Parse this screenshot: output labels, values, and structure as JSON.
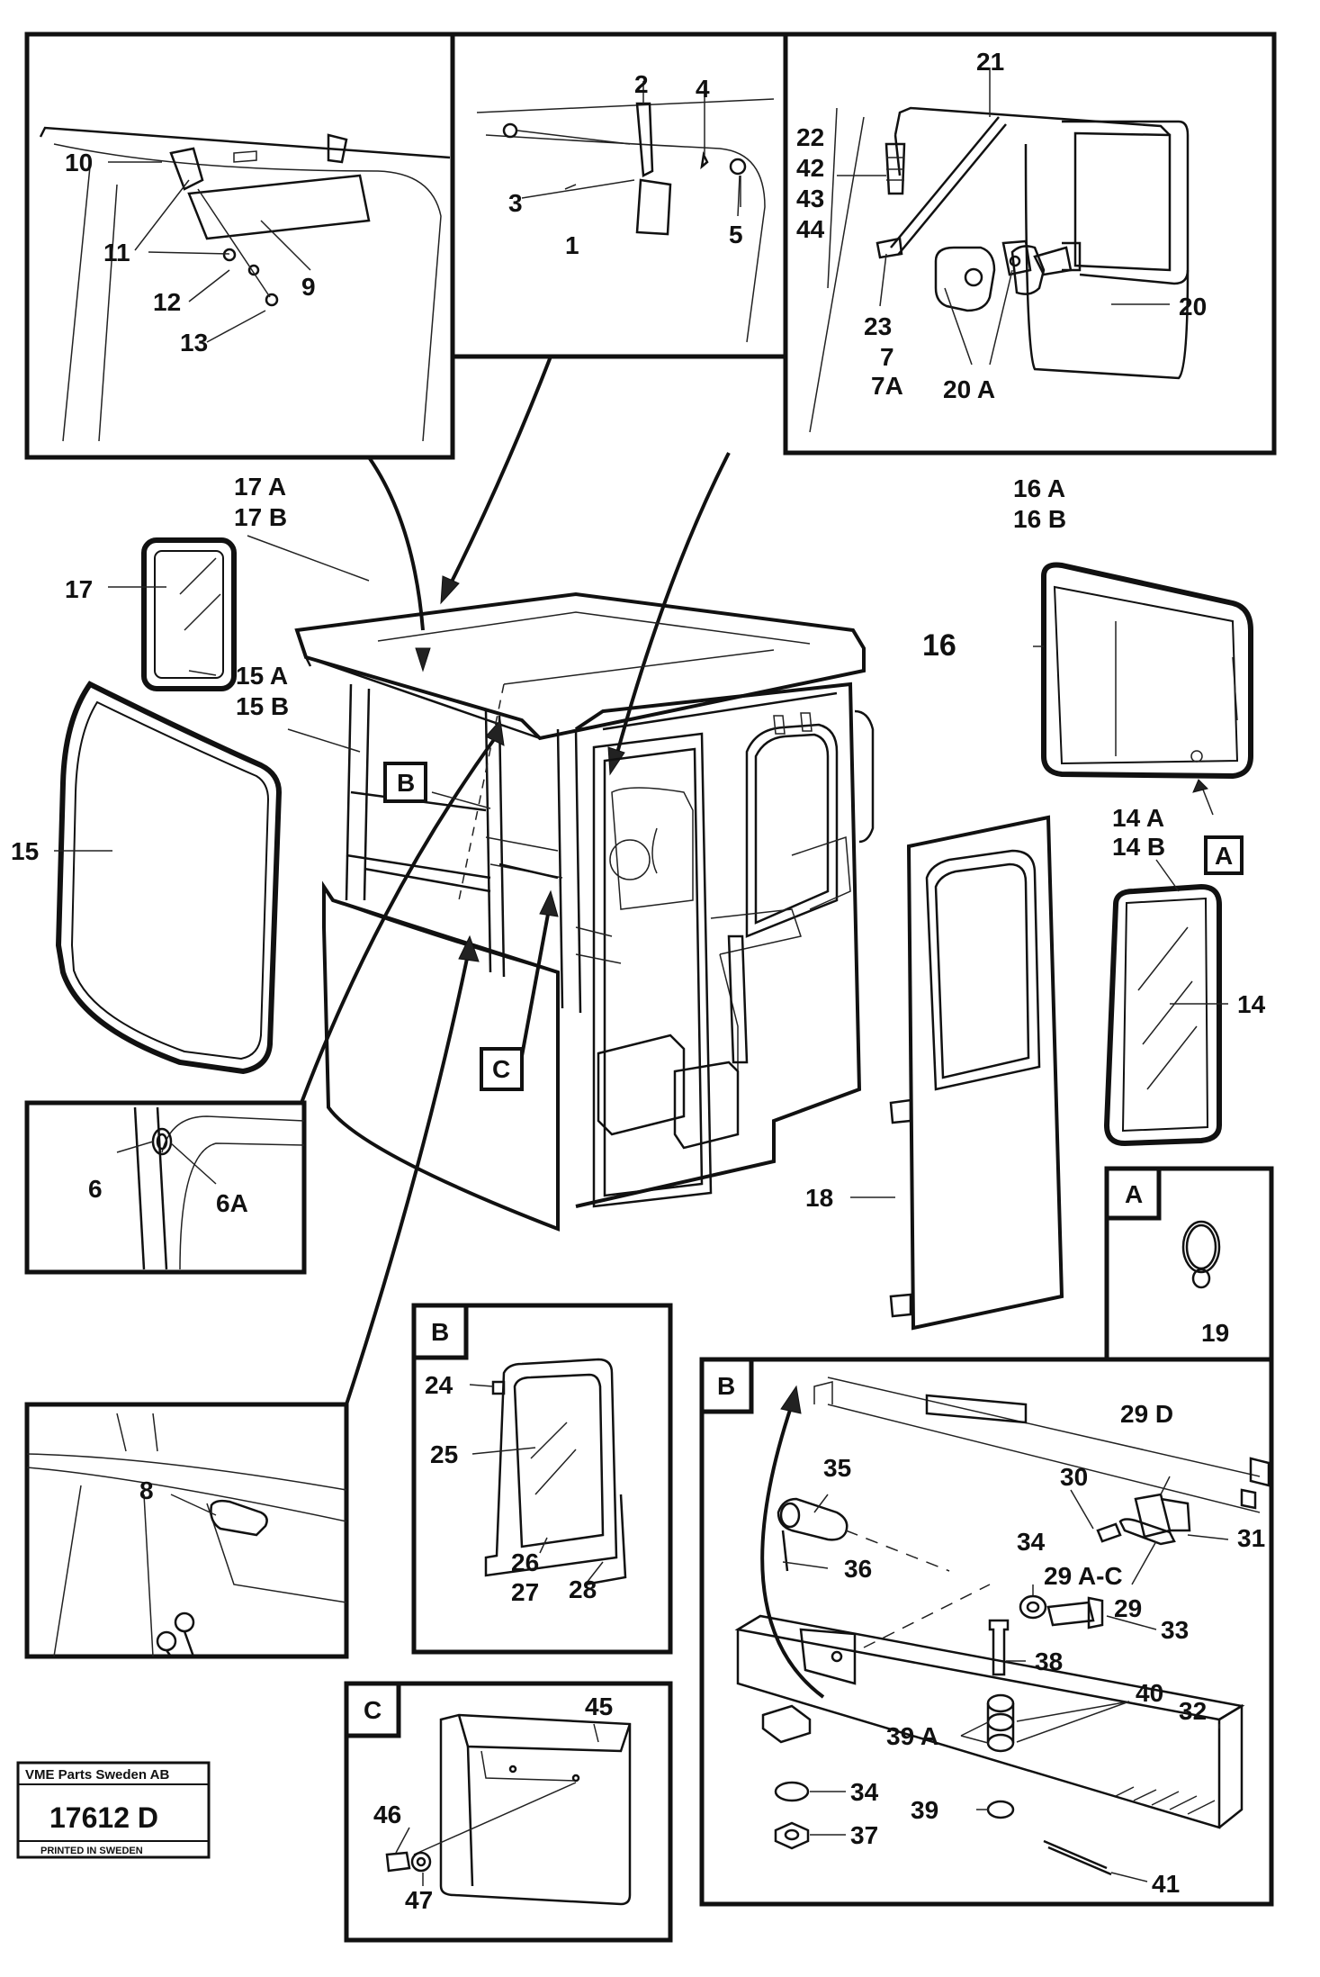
{
  "callouts": {
    "c1": "1",
    "c2": "2",
    "c3": "3",
    "c4": "4",
    "c5": "5",
    "c6": "6",
    "c6a": "6A",
    "c7": "7",
    "c7a": "7A",
    "c8": "8",
    "c9": "9",
    "c10": "10",
    "c11": "11",
    "c12": "12",
    "c13": "13",
    "c14": "14",
    "c14a": "14 A",
    "c14b": "14 B",
    "c15": "15",
    "c15a": "15 A",
    "c15b": "15 B",
    "c16": "16",
    "c16a": "16 A",
    "c16b": "16 B",
    "c17": "17",
    "c17a": "17 A",
    "c17b": "17 B",
    "c18": "18",
    "c19": "19",
    "c20": "20",
    "c20a": "20 A",
    "c21": "21",
    "c22": "22",
    "c23": "23",
    "c24": "24",
    "c25": "25",
    "c26": "26",
    "c27": "27",
    "c28": "28",
    "c29": "29",
    "c29ac": "29 A-C",
    "c29d": "29 D",
    "c30": "30",
    "c31": "31",
    "c32": "32",
    "c33": "33",
    "c34": "34",
    "c34b": "34",
    "c35": "35",
    "c36": "36",
    "c37": "37",
    "c38": "38",
    "c39": "39",
    "c39a": "39 A",
    "c40": "40",
    "c41": "41",
    "c42": "42",
    "c43": "43",
    "c44": "44",
    "c45": "45",
    "c46": "46",
    "c47": "47"
  },
  "section_letters": {
    "a_ref": "A",
    "b_ref": "B",
    "c_ref": "C",
    "a_box": "A",
    "b_box_window": "B",
    "b_box_bracket": "B",
    "c_box": "C"
  },
  "stamp": {
    "company": "VME Parts Sweden AB",
    "number": "17612 D",
    "printed": "PRINTED IN SWEDEN"
  }
}
